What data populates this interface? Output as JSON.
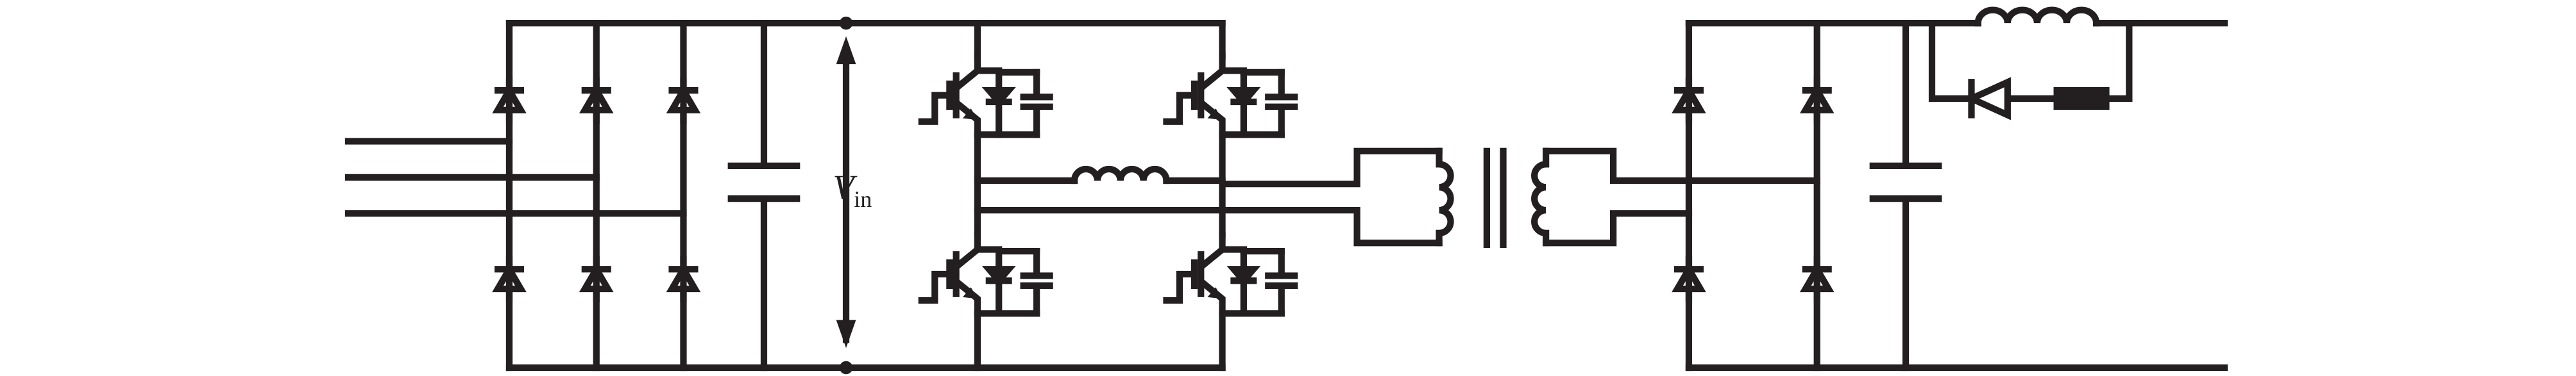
{
  "diagram": {
    "vin_label": {
      "symbol": "V",
      "subscript": "in"
    },
    "stroke_color": "#231f20",
    "background": "#ffffff",
    "components": [
      "three-phase-input",
      "diode-rectifier-bridge",
      "dc-link-capacitor",
      "igbt-full-bridge-with-snubbers",
      "resonant-inductor",
      "transformer",
      "output-diode-rectifier",
      "output-capacitor",
      "output-inductor",
      "freewheeling-diode",
      "resistor"
    ]
  }
}
